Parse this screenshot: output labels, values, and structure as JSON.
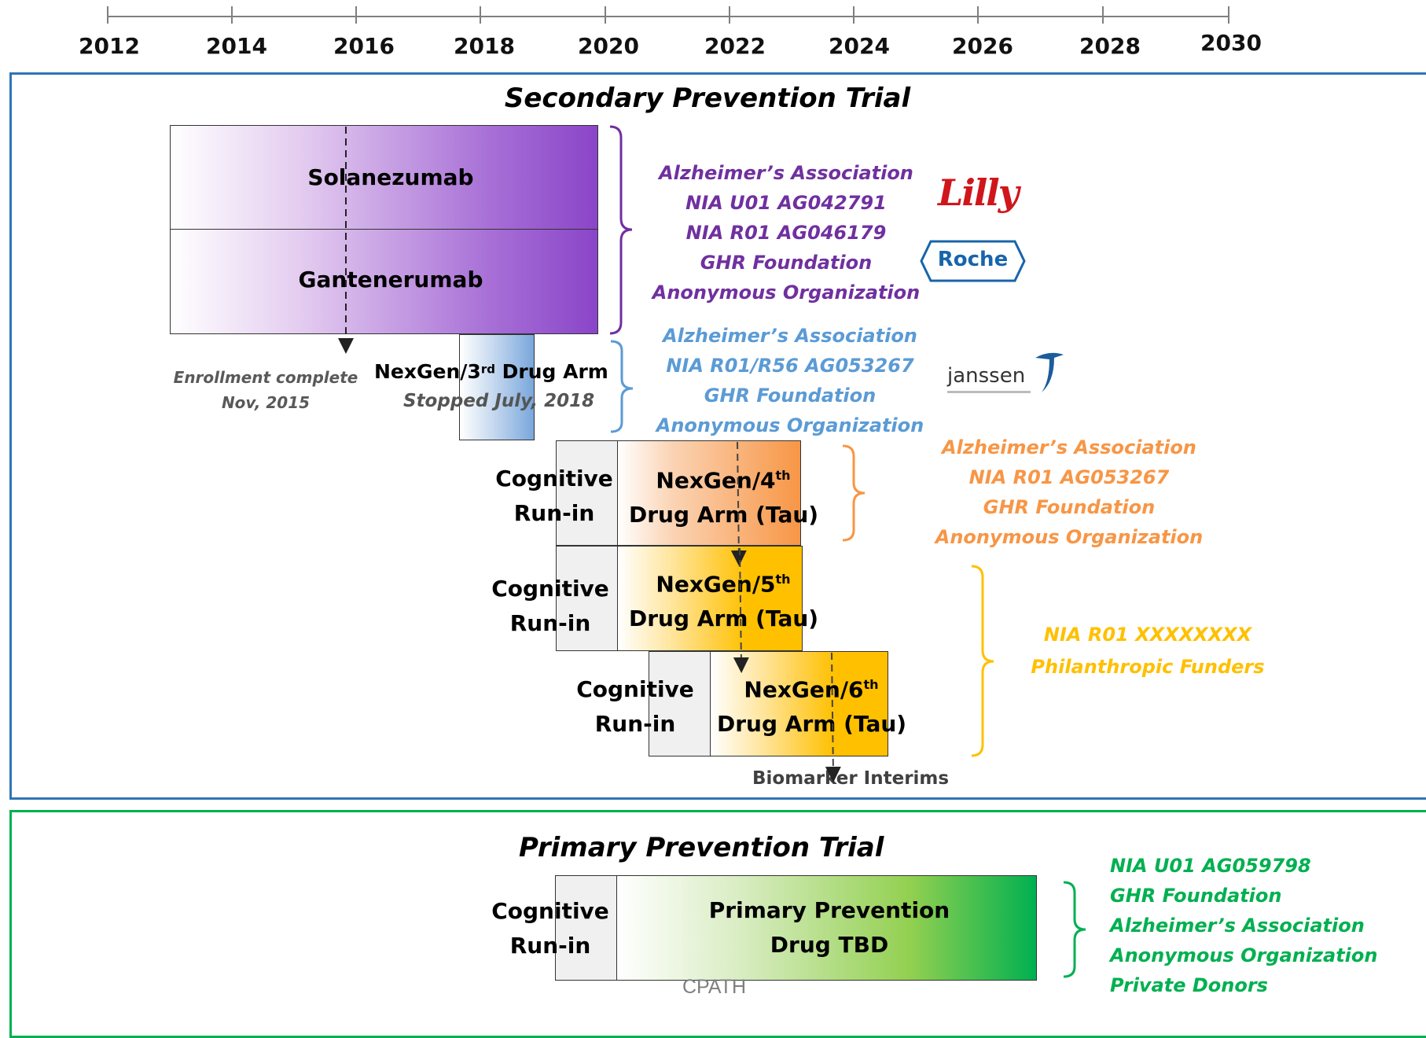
{
  "timeline": {
    "years": [
      "2012",
      "2014",
      "2016",
      "2018",
      "2020",
      "2022",
      "2024",
      "2026",
      "2028",
      "2030"
    ]
  },
  "secondary": {
    "title": "Secondary Prevention Trial",
    "solanezumab": "Solanezumab",
    "gantenerumab": "Gantenerumab",
    "enrollment_line1": "Enrollment complete",
    "enrollment_line2": "Nov, 2015",
    "nexgen3_prefix": "NexGen/3",
    "nexgen3_sup": "rd",
    "nexgen3_suffix": " Drug Arm",
    "nexgen3_stopped": "Stopped July, 2018",
    "run_in_line1": "Cognitive",
    "run_in_line2": "Run-in",
    "nexgen4_line1": "NexGen/4",
    "nexgen4_sup": "th",
    "nexgen4_line2": "Drug Arm (Tau)",
    "nexgen5_line1": "NexGen/5",
    "nexgen5_sup": "th",
    "nexgen5_line2": "Drug Arm (Tau)",
    "nexgen6_line1": "NexGen/6",
    "nexgen6_sup": "th",
    "nexgen6_line2": "Drug Arm (Tau)",
    "biomarker": "Biomarker Interims"
  },
  "funders": {
    "group1": [
      "Alzheimer’s Association",
      "NIA U01 AG042791",
      "NIA R01 AG046179",
      "GHR Foundation",
      "Anonymous Organization"
    ],
    "group2": [
      "Alzheimer’s Association",
      "NIA R01/R56 AG053267",
      "GHR Foundation",
      "Anonymous Organization"
    ],
    "group3": [
      "Alzheimer’s Association",
      "NIA R01 AG053267",
      "GHR Foundation",
      "Anonymous Organization"
    ],
    "group4": [
      "NIA R01 XXXXXXXX",
      "Philanthropic Funders"
    ],
    "group5": [
      "NIA U01 AG059798",
      "GHR Foundation",
      "Alzheimer’s Association",
      "Anonymous Organization",
      "Private Donors"
    ]
  },
  "logos": {
    "lilly": "Lilly",
    "roche": "Roche",
    "janssen": "janssen"
  },
  "primary": {
    "title": "Primary Prevention Trial",
    "run_in_line1": "Cognitive",
    "run_in_line2": "Run-in",
    "drug_line1": "Primary Prevention",
    "drug_line2": "Drug TBD",
    "footer": "CPATH"
  },
  "colors": {
    "purple": "#7030a0",
    "blue": "#5b9bd5",
    "orange": "#f79646",
    "gold": "#ffc000",
    "green": "#00b050",
    "panel_blue": "#2e75b6",
    "panel_green": "#00b050"
  }
}
